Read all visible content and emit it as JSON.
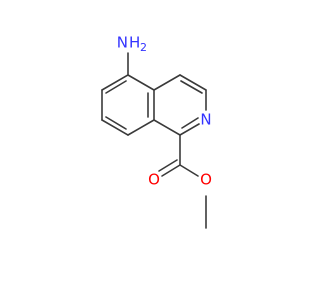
{
  "atoms": {
    "amine_n": {
      "symbol": "N",
      "color": "#3333ff"
    },
    "amine_h2": {
      "symbol": "H",
      "subscript": "2",
      "color": "#3333ff"
    },
    "ring_n": {
      "symbol": "N",
      "color": "#3333ff"
    },
    "carbonyl_o": {
      "symbol": "O",
      "color": "#ff0000"
    },
    "ester_o": {
      "symbol": "O",
      "color": "#ff0000"
    }
  },
  "colors": {
    "bond": "#3a3a3a",
    "nitrogen": "#3333ff",
    "oxygen": "#ff0000",
    "background": "#ffffff"
  }
}
